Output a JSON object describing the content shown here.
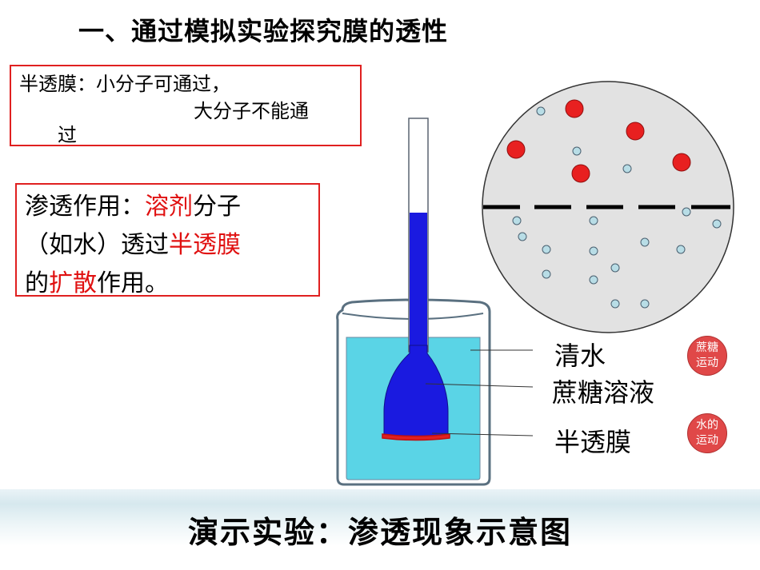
{
  "title": "一、通过模拟实验探究膜的透性",
  "definition_box": {
    "line1": "半透膜：小分子可通过，",
    "line2": "大分子不能通",
    "line3": "过"
  },
  "osmosis_box": {
    "p1": "渗透作用：",
    "p2": "溶剂",
    "p3": "分子",
    "p4": "（如水）透过",
    "p5": "半透膜",
    "p6": "的",
    "p7": "扩散",
    "p8": "作用。"
  },
  "labels": {
    "water": "清水",
    "sucrose": "蔗糖溶液",
    "membrane": "半透膜"
  },
  "badges": {
    "sucrose_motion_1": "蔗糖",
    "sucrose_motion_2": "运动",
    "water_motion_1": "水的",
    "water_motion_2": "运动"
  },
  "caption": "演示实验：渗透现象示意图",
  "colors": {
    "accent_red": "#e01010",
    "water": "#5ad4e6",
    "solution": "#1a1ae0",
    "large_molecule": "#e82020",
    "small_molecule": "#b8dde6"
  }
}
